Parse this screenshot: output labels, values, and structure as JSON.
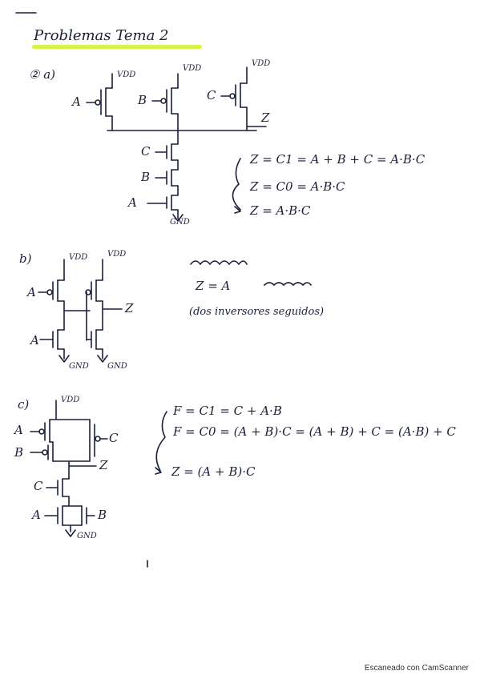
{
  "title": "Problemas Tema 2",
  "footer": "Escaneado con CamScanner",
  "part_a": {
    "label": "② a)",
    "vdd": "VDD",
    "gnd": "GND",
    "inputs": [
      "A",
      "B",
      "C"
    ],
    "output": "Z",
    "eq1": "Z = C1 = A + B + C = A·B·C",
    "eq2": "Z = C0 = A·B·C",
    "eq3": "Z = A·B·C"
  },
  "part_b": {
    "label": "b)",
    "vdd": "VDD",
    "gnd": "GND",
    "input": "A",
    "output": "Z",
    "eq1": "Z = A",
    "eq_note": "(dos inversores seguidos)"
  },
  "part_c": {
    "label": "c)",
    "vdd": "VDD",
    "gnd": "GND",
    "inputs": [
      "A",
      "B",
      "C"
    ],
    "output": "Z",
    "eq1": "F = C1 = C + A·B",
    "eq2": "F = C0 = (A + B)·C = (A + B) + C = (A·B) + C",
    "eq3": "Z = (A + B)·C"
  }
}
